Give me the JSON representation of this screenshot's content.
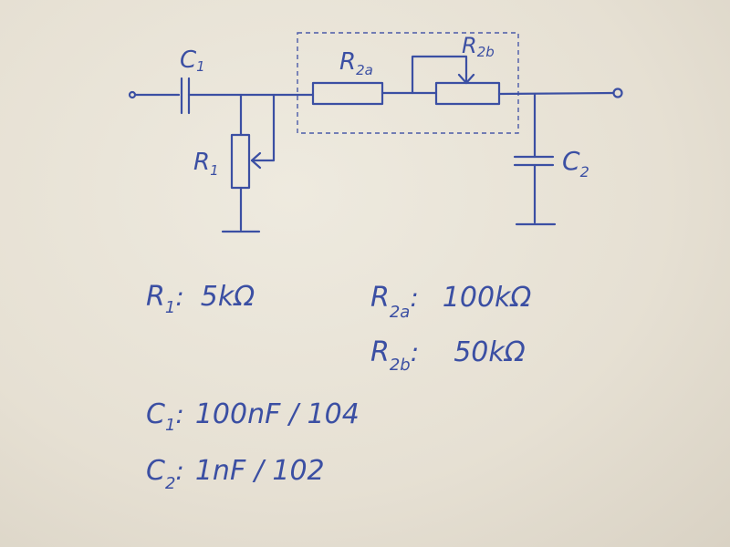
{
  "schematic": {
    "components": {
      "c1": {
        "label": "C",
        "sub": "1"
      },
      "r1": {
        "label": "R",
        "sub": "1"
      },
      "r2a": {
        "label": "R",
        "sub": "2a"
      },
      "r2b": {
        "label": "R",
        "sub": "2b"
      },
      "c2": {
        "label": "C",
        "sub": "2"
      }
    }
  },
  "notes": {
    "r1": {
      "label": "R",
      "sub": "1",
      "value": "5kΩ"
    },
    "r2a": {
      "label": "R",
      "sub": "2a",
      "value": "100kΩ"
    },
    "r2b": {
      "label": "R",
      "sub": "2b",
      "value": "50kΩ"
    },
    "c1": {
      "label": "C",
      "sub": "1",
      "value": "100nF / 104"
    },
    "c2": {
      "label": "C",
      "sub": "2",
      "value": "1nF / 102"
    }
  },
  "colors": {
    "ink": "#3b4fa3",
    "paper": "#e8e2d6"
  }
}
